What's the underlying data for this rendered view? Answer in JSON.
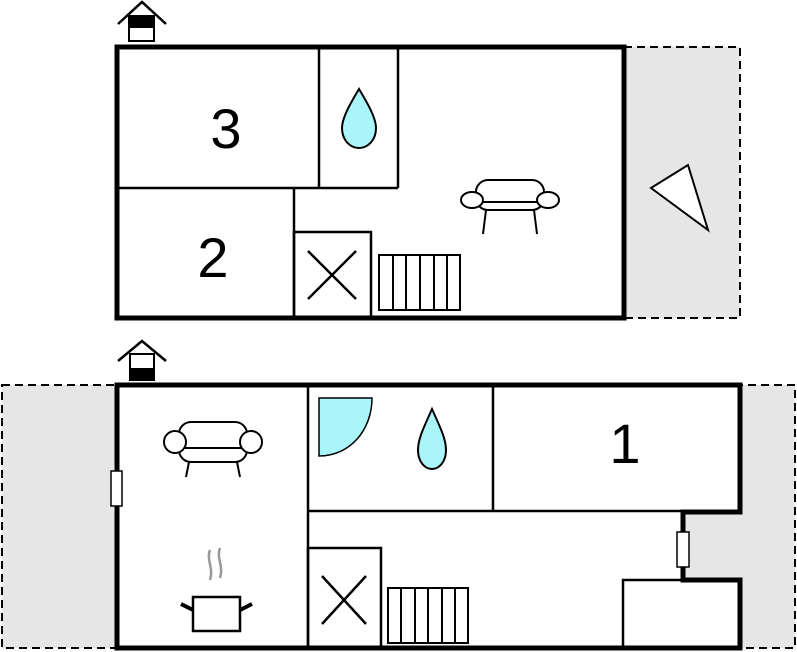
{
  "rooms": {
    "upper_a": "3",
    "upper_b": "2",
    "lower_a": "1"
  },
  "colors": {
    "wall": "#000000",
    "terrace": "#e6e6e6",
    "water": "#aaf5fa"
  },
  "icons": [
    "entrance-icon",
    "water-drop-icon",
    "sofa-icon",
    "stairs-icon",
    "closet-icon",
    "terrace-direction-icon",
    "shower-icon",
    "cooking-pot-icon",
    "window-icon"
  ]
}
